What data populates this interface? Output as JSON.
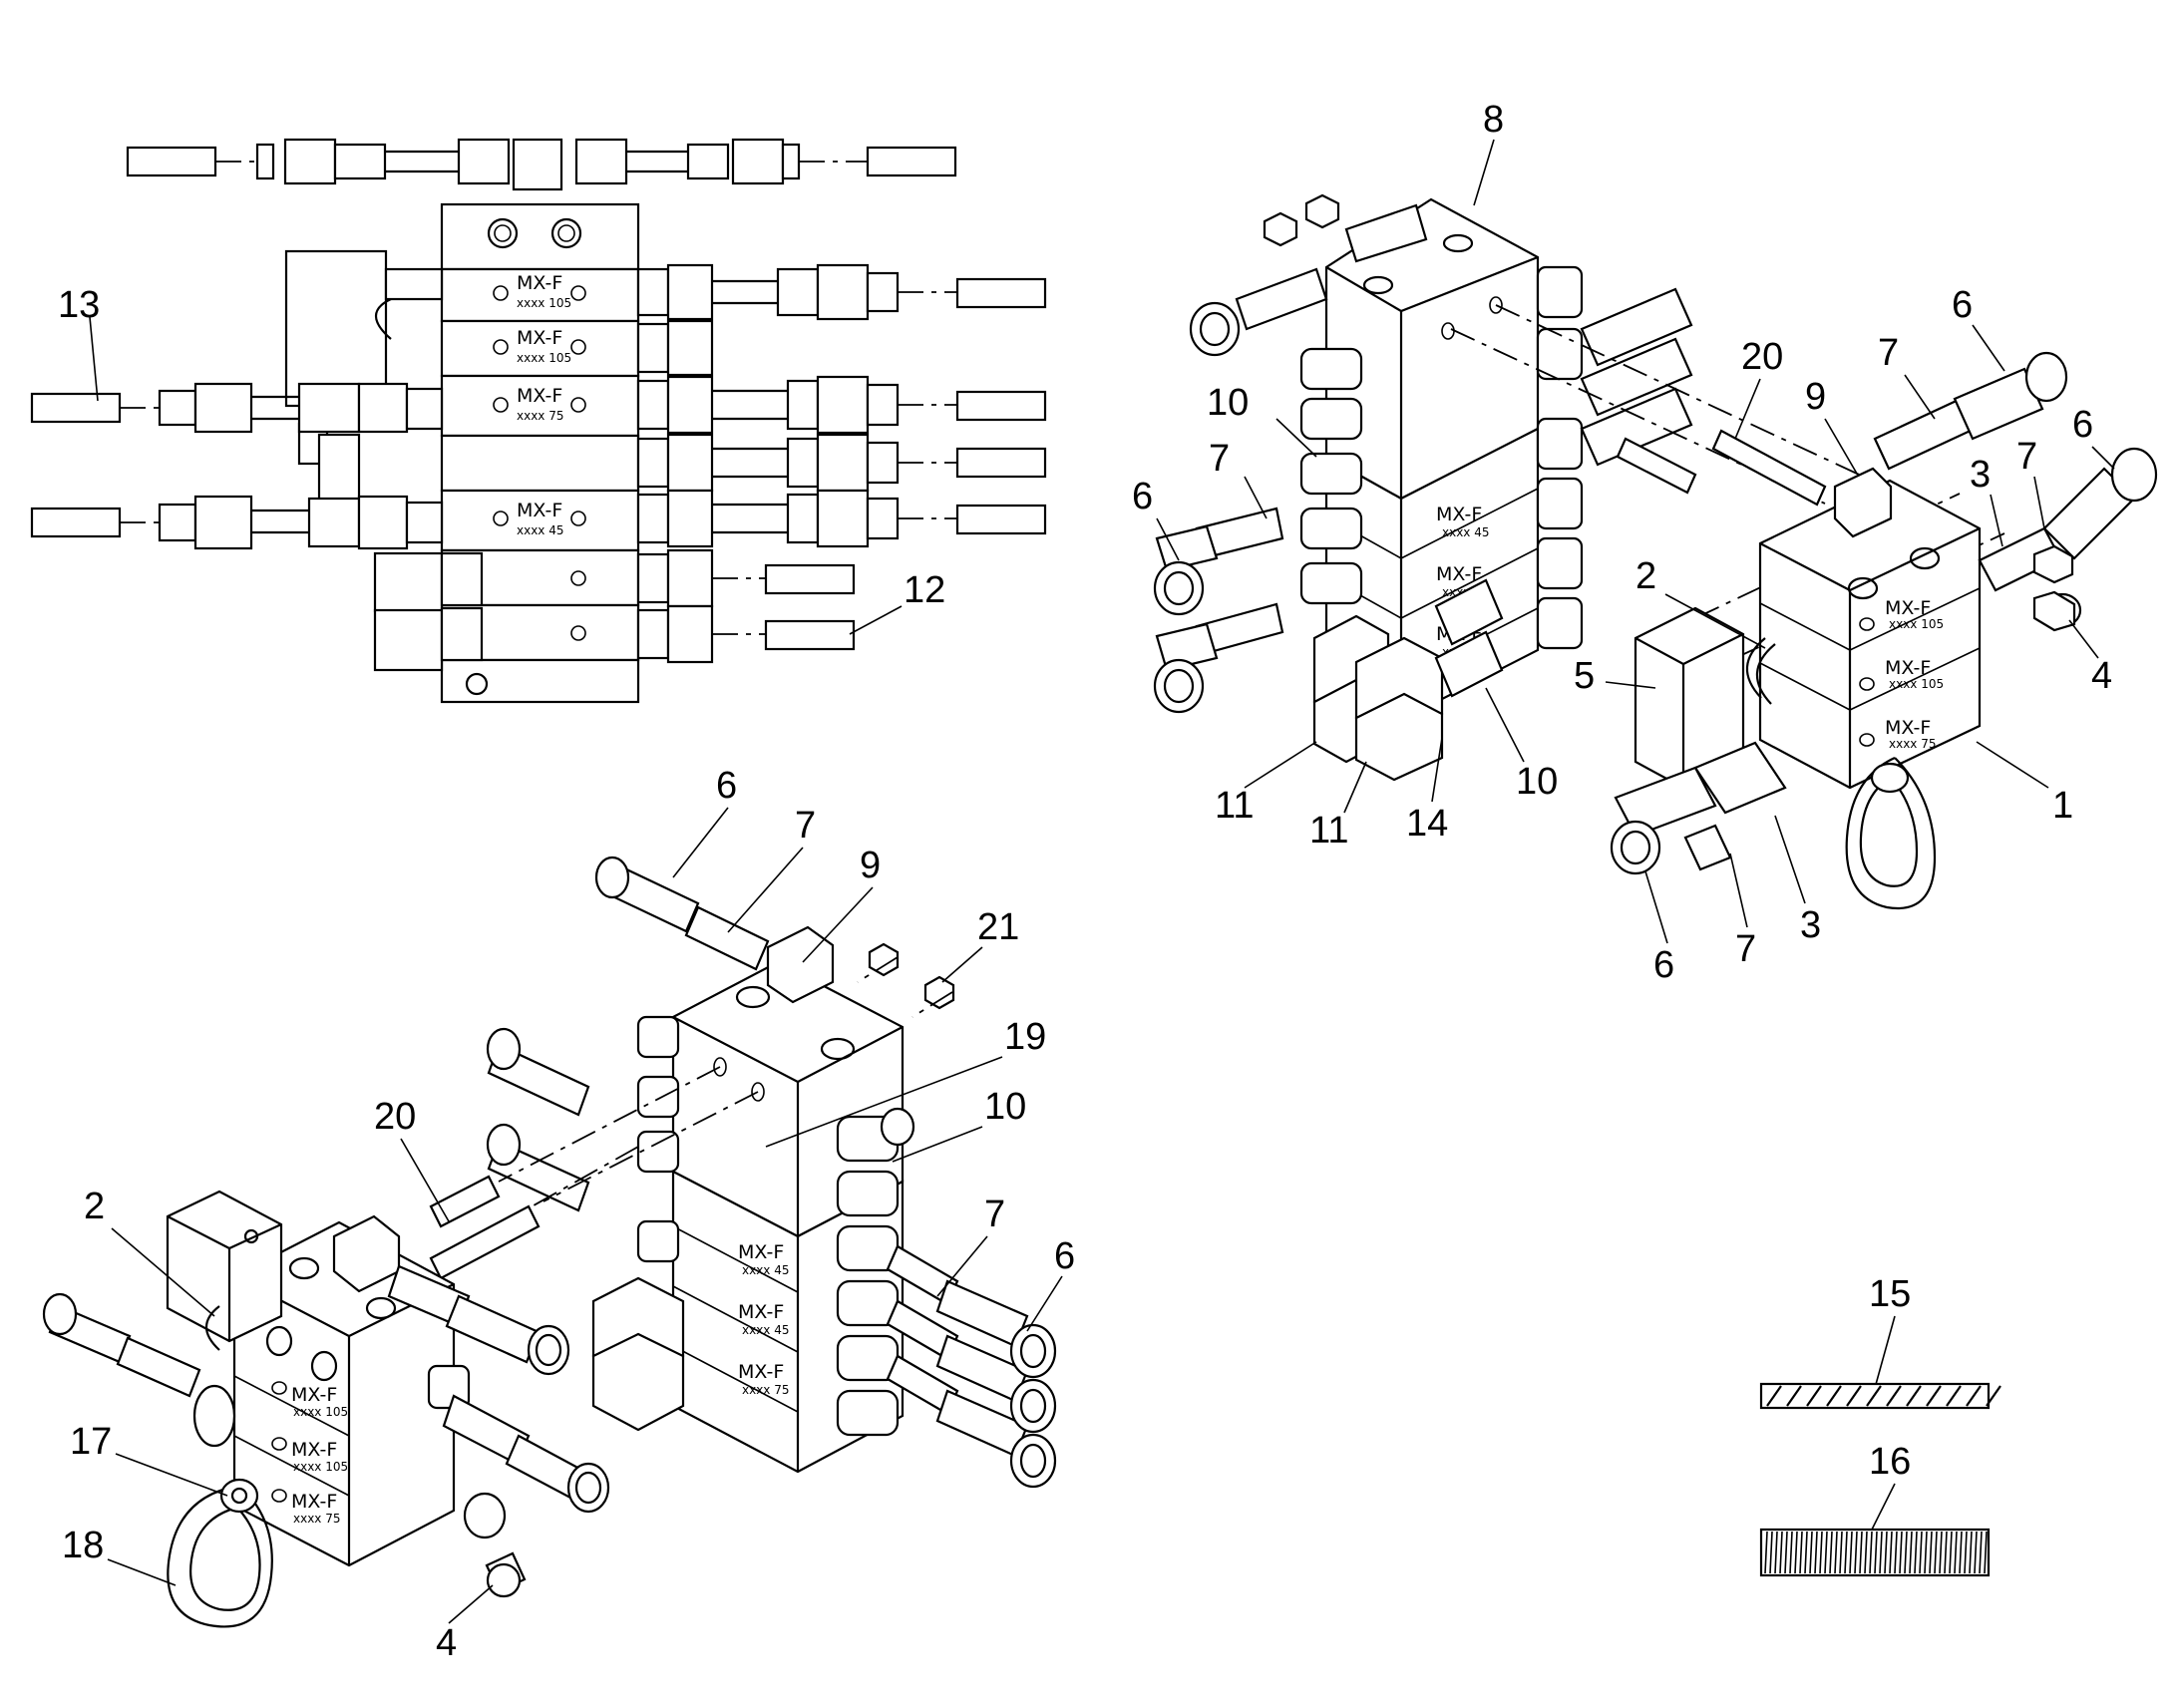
{
  "callouts": {
    "c1": "1",
    "c2a": "2",
    "c2b": "2",
    "c3a": "3",
    "c3b": "3",
    "c4a": "4",
    "c4b": "4",
    "c5": "5",
    "c6a": "6",
    "c6b": "6",
    "c6c": "6",
    "c6d": "6",
    "c6e": "6",
    "c6f": "6",
    "c7a": "7",
    "c7b": "7",
    "c7c": "7",
    "c7d": "7",
    "c7e": "7",
    "c7f": "7",
    "c8": "8",
    "c9a": "9",
    "c9b": "9",
    "c10a": "10",
    "c10b": "10",
    "c10c": "10",
    "c11a": "11",
    "c11b": "11",
    "c12": "12",
    "c13": "13",
    "c14": "14",
    "c15": "15",
    "c16": "16",
    "c17": "17",
    "c18": "18",
    "c19": "19",
    "c20a": "20",
    "c20b": "20",
    "c21": "21"
  },
  "plates": {
    "model": "MX-F",
    "size105": "xxxx 105",
    "size75": "xxxx 75",
    "size45": "xxxx 45"
  }
}
